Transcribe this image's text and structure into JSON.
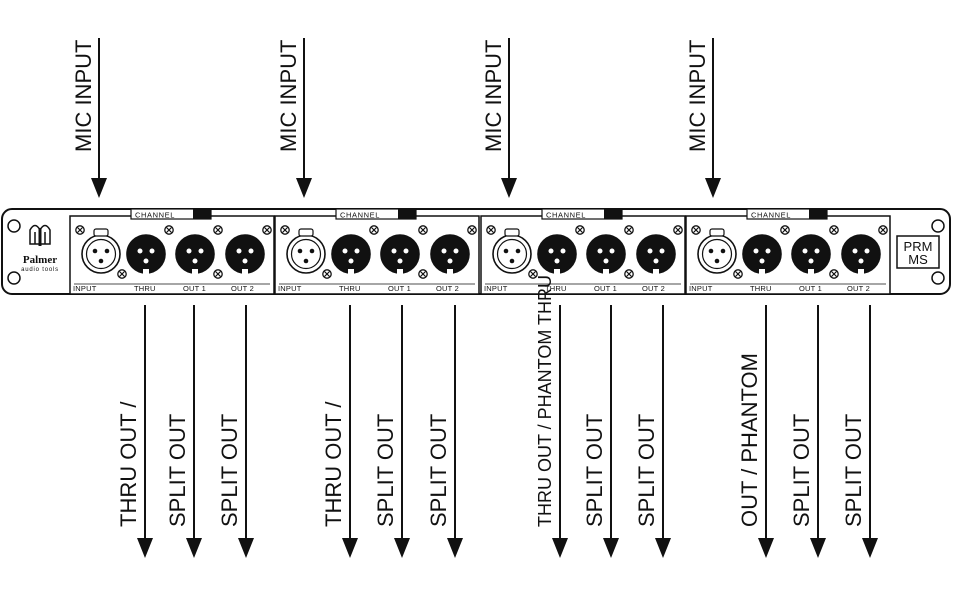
{
  "brand": {
    "name": "Palmer",
    "subtitle": "audio tools"
  },
  "model": {
    "line1": "PRM",
    "line2": "MS"
  },
  "channel_label": "CHANNEL",
  "connector_labels": {
    "input": "INPUT",
    "thru": "THRU",
    "out1": "OUT 1",
    "out2": "OUT 2"
  },
  "channels": [
    {
      "mic_input": "MIC INPUT",
      "outputs": [
        "THRU OUT /",
        "SPLIT OUT",
        "SPLIT OUT"
      ]
    },
    {
      "mic_input": "MIC INPUT",
      "outputs": [
        "THRU OUT /",
        "SPLIT OUT",
        "SPLIT OUT"
      ]
    },
    {
      "mic_input": "MIC INPUT",
      "outputs": [
        "THRU OUT / PHANTOM THRU",
        "SPLIT OUT",
        "SPLIT OUT"
      ]
    },
    {
      "mic_input": "MIC INPUT",
      "outputs": [
        "OUT / PHANTOM",
        "SPLIT OUT",
        "SPLIT OUT"
      ]
    }
  ],
  "colors": {
    "line": "#111111",
    "background": "#ffffff",
    "connector_fill": "#111111"
  }
}
